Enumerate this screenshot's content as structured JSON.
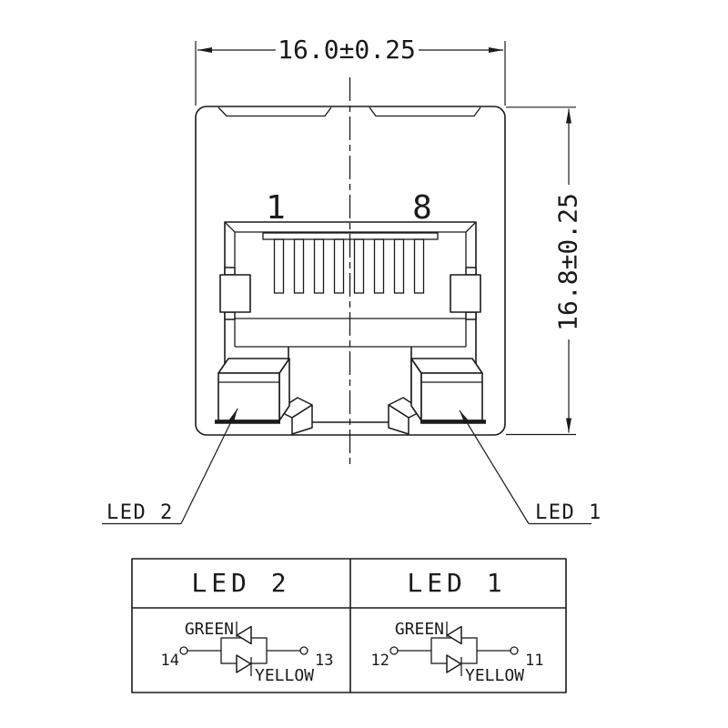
{
  "drawing": {
    "title_implicit": "RJ45 jack front view",
    "dimensions": {
      "width_label": "16.0±0.25",
      "height_label": "16.8±0.25"
    },
    "pin_labels": {
      "first": "1",
      "last": "8"
    },
    "callouts": {
      "led2": "LED 2",
      "led1": "LED 1"
    }
  },
  "table": {
    "cells": [
      {
        "header": "LED 2",
        "left_pin": "14",
        "right_pin": "13",
        "top_diode": "GREEN",
        "bottom_diode": "YELLOW"
      },
      {
        "header": "LED 1",
        "left_pin": "12",
        "right_pin": "11",
        "top_diode": "GREEN",
        "bottom_diode": "YELLOW"
      }
    ]
  },
  "colors": {
    "line": "#1a1a1a",
    "background": "#ffffff"
  }
}
